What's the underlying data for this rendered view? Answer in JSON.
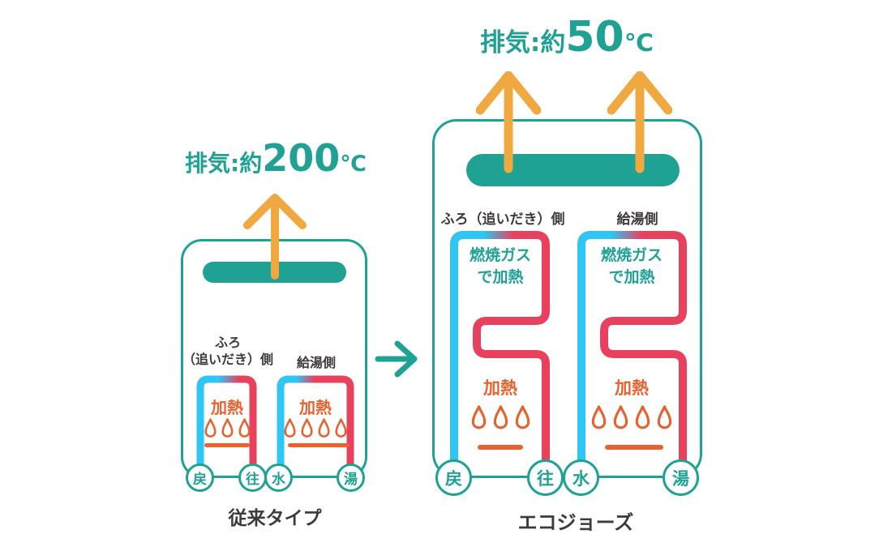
{
  "colors": {
    "teal": "#1fa294",
    "orange": "#f0a940",
    "cyan": "#2ec6f5",
    "red": "#e8415e",
    "flame": "#e8622f",
    "text-dark": "#3e3a39",
    "background": "#ffffff"
  },
  "left_unit": {
    "exhaust_label": {
      "prefix": "排気:約",
      "value": "200",
      "unit": "℃"
    },
    "circuit_labels": {
      "bath": "ふろ\n（追いだき）側",
      "hot_water": "給湯側"
    },
    "circuits": [
      {
        "heat_label": "加熱",
        "flames": 3
      },
      {
        "heat_label": "加熱",
        "flames": 4
      }
    ],
    "ports": [
      "戻",
      "往",
      "水",
      "湯"
    ],
    "caption": "従来タイプ"
  },
  "right_unit": {
    "exhaust_label": {
      "prefix": "排気:約",
      "value": "50",
      "unit": "℃"
    },
    "circuit_labels": {
      "bath": "ふろ（追いだき）側",
      "hot_water": "給湯側"
    },
    "circuits": [
      {
        "secondary_heat_label": "燃焼ガス\nで加熱",
        "heat_label": "加熱",
        "flames": 3
      },
      {
        "secondary_heat_label": "燃焼ガス\nで加熱",
        "heat_label": "加熱",
        "flames": 4
      }
    ],
    "ports": [
      "戻",
      "往",
      "水",
      "湯"
    ],
    "caption": "エコジョーズ"
  }
}
